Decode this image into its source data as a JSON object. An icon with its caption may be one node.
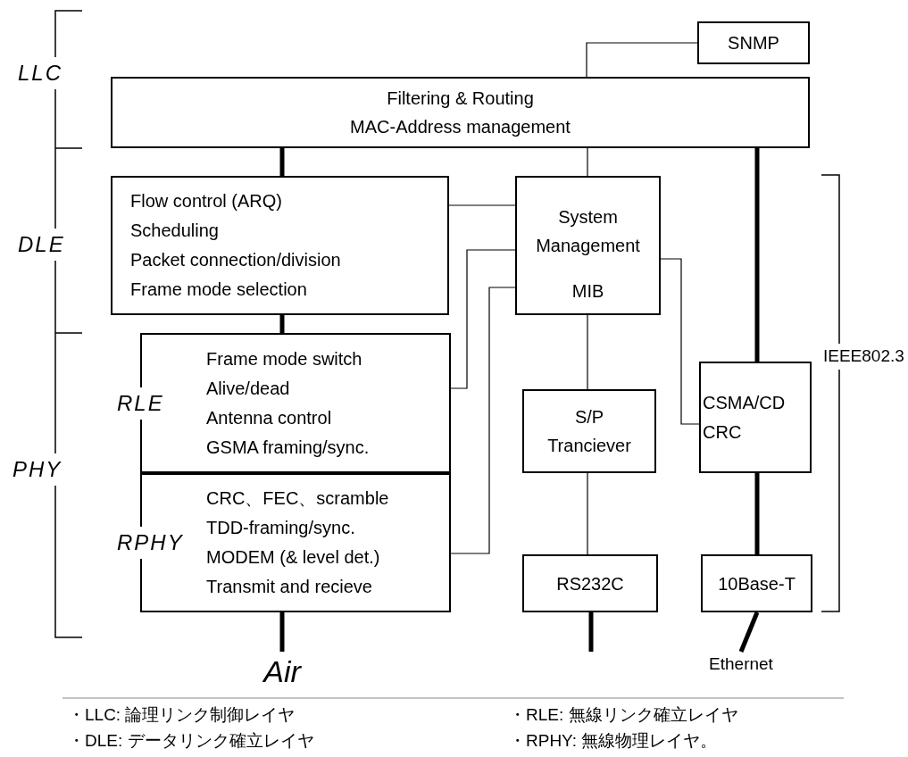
{
  "diagram": {
    "nodes": [
      {
        "text": [
          "SNMP"
        ]
      },
      {
        "text": [
          "Filtering & Routing",
          "MAC-Address management"
        ]
      },
      {
        "text": [
          "Flow control (ARQ)",
          "Scheduling",
          "Packet connection/division",
          "Frame mode selection"
        ]
      },
      {
        "text": [
          "System Management",
          "MIB"
        ]
      },
      {
        "text": [
          "RLE",
          "Frame mode switch",
          "Alive/dead",
          "Antenna control",
          "GSMA framing/sync."
        ]
      },
      {
        "text": [
          "RPHY",
          "CRC、FEC、scramble",
          "TDD-framing/sync.",
          "MODEM (& level det.)",
          "Transmit and recieve"
        ]
      },
      {
        "text": [
          "S/P Tranciever"
        ]
      },
      {
        "text": [
          "CSMA/CD",
          "CRC"
        ]
      },
      {
        "text": [
          "RS232C"
        ]
      },
      {
        "text": [
          "10Base-T"
        ]
      },
      {
        "text": [
          "Air"
        ]
      },
      {
        "text": [
          "Ethernet"
        ]
      }
    ],
    "edges": [
      {
        "from": 0,
        "to": 1,
        "arrow": "none"
      },
      {
        "from": 1,
        "to": 2,
        "arrow": "none",
        "style": "thick"
      },
      {
        "from": 1,
        "to": 3,
        "arrow": "none"
      },
      {
        "from": 1,
        "to": 7,
        "arrow": "none",
        "style": "thick"
      },
      {
        "from": 2,
        "to": 3,
        "arrow": "none"
      },
      {
        "from": 2,
        "to": 4,
        "arrow": "none",
        "style": "thick"
      },
      {
        "from": 3,
        "to": 4,
        "arrow": "none"
      },
      {
        "from": 3,
        "to": 5,
        "arrow": "none"
      },
      {
        "from": 3,
        "to": 6,
        "arrow": "none"
      },
      {
        "from": 3,
        "to": 7,
        "arrow": "none"
      },
      {
        "from": 6,
        "to": 8,
        "arrow": "none"
      },
      {
        "from": 7,
        "to": 9,
        "arrow": "none",
        "style": "thick"
      },
      {
        "from": 5,
        "to": 10,
        "arrow": "none",
        "style": "thick"
      },
      {
        "from": 8,
        "to": null,
        "arrow": "none",
        "style": "thick"
      },
      {
        "from": 9,
        "to": 11,
        "arrow": "none",
        "style": "thick"
      }
    ],
    "labels": [
      "LLC",
      "DLE",
      "PHY",
      "IEEE802.3",
      "・LLC: 論理リンク制御レイヤ",
      "・RLE: 無線リンク確立レイヤ",
      "・DLE: データリンク確立レイヤ",
      "・RPHY: 無線物理レイヤ。"
    ]
  }
}
